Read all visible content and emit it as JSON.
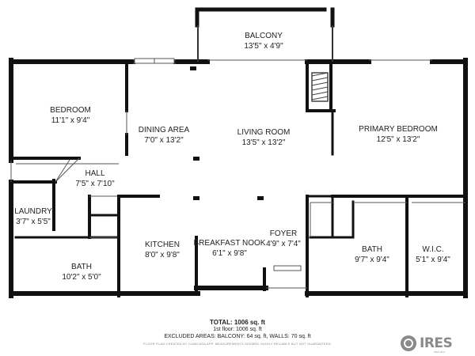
{
  "rooms": [
    {
      "id": "balcony",
      "name": "BALCONY",
      "dims": "13'5\" x 4'9\""
    },
    {
      "id": "bedroom",
      "name": "BEDROOM",
      "dims": "11'1\" x 9'4\""
    },
    {
      "id": "dining",
      "name": "DINING AREA",
      "dims": "7'0\" x 13'2\""
    },
    {
      "id": "living",
      "name": "LIVING ROOM",
      "dims": "13'5\" x 13'2\""
    },
    {
      "id": "primary_bedroom",
      "name": "PRIMARY BEDROOM",
      "dims": "12'5\" x 13'2\""
    },
    {
      "id": "hall",
      "name": "HALL",
      "dims": "7'5\" x 7'10\""
    },
    {
      "id": "laundry",
      "name": "LAUNDRY",
      "dims": "3'7\" x 5'5\""
    },
    {
      "id": "kitchen",
      "name": "KITCHEN",
      "dims": "8'0\" x 9'8\""
    },
    {
      "id": "breakfast_nook",
      "name": "BREAKFAST NOOK",
      "dims": "6'1\" x 9'8\""
    },
    {
      "id": "foyer",
      "name": "FOYER",
      "dims": "4'9\" x 7'4\""
    },
    {
      "id": "bath_left",
      "name": "BATH",
      "dims": "10'2\" x 5'0\""
    },
    {
      "id": "bath_right",
      "name": "BATH",
      "dims": "9'7\" x 9'4\""
    },
    {
      "id": "wic",
      "name": "W.I.C.",
      "dims": "5'1\" x 9'4\""
    }
  ],
  "footer": {
    "total": "TOTAL: 1006 sq. ft",
    "floor": "1st floor: 1006 sq. ft",
    "excluded": "EXCLUDED AREAS: BALCONY: 64 sq. ft, WALLS: 70 sq. ft",
    "copyright": "FLOOR PLAN CREATED BY CUBICASA APP. MEASUREMENTS DEEMED HIGHLY RELIABLE BUT NOT GUARANTEED."
  },
  "brand": {
    "name": "IRES",
    "sub": "IRES MLS"
  },
  "colors": {
    "wall": "#111111",
    "thin_line": "#555555",
    "fireplace": "#444444",
    "background": "#ffffff"
  },
  "icons": {
    "brand_logo": "ires-logo-icon",
    "fireplace": "fireplace-icon"
  }
}
